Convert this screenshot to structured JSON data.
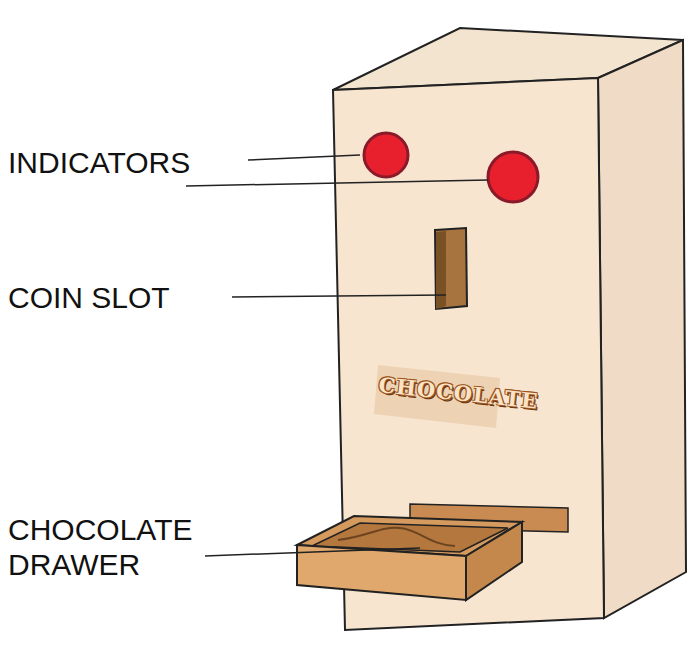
{
  "diagram": {
    "labels": [
      "INDICATORS",
      "COIN SLOT",
      "CHOCOLATE DRAWER",
      "CHOCOLATE"
    ]
  }
}
